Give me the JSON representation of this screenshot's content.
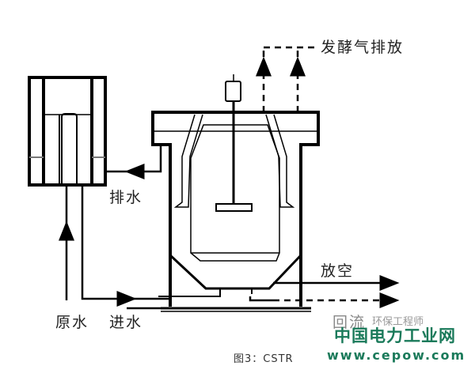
{
  "labels": {
    "gas_exhaust": "发酵气排放",
    "drain": "排水",
    "raw_water": "原水",
    "inlet": "进水",
    "vent": "放空",
    "reflux": "回流"
  },
  "caption": "图3：CSTR",
  "logo": {
    "name": "中国电力工业网",
    "url": "www.cepow.com"
  },
  "watermark": "环保工程师",
  "colors": {
    "line": "#000000",
    "logo": "#1a7a5a"
  }
}
